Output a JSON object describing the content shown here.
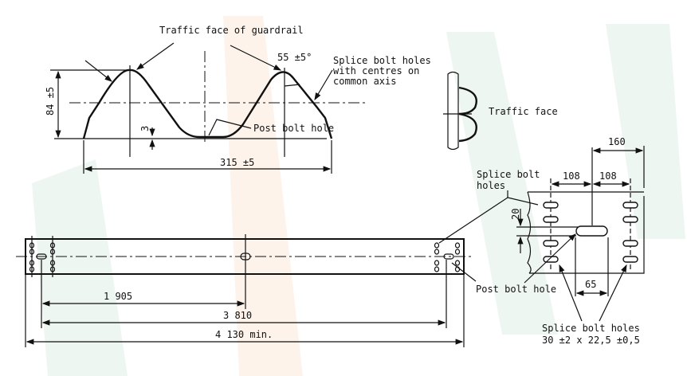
{
  "profile": {
    "traffic_face_label": "Traffic face of guardrail",
    "angle_label": "55 ±5°",
    "splice_label": [
      "Splice bolt holes",
      "with centres on",
      "common axis"
    ],
    "post_bolt_label": "Post bolt hole",
    "height_label": "84 ±5",
    "thickness_label": "3",
    "width_label": "315 ±5"
  },
  "side_view": {
    "traffic_face_label": "Traffic face"
  },
  "rail": {
    "dim_post_spacing": "1 905",
    "dim_splice_spacing": "3 810",
    "dim_length": "4 130 min."
  },
  "detail": {
    "dim_160": "160",
    "dim_108_left": "108",
    "dim_108_right": "108",
    "dim_20": "20",
    "dim_65": "65",
    "splice_top_label": [
      "Splice bolt",
      "holes"
    ],
    "post_bolt_label": "Post bolt hole",
    "splice_bottom_label": [
      "Splice bolt holes",
      "30 ±2 x 22,5 ±0,5"
    ]
  },
  "colors": {
    "line": "#111111",
    "watermark_green": "#eef6f2",
    "watermark_orange": "#fdf3ea"
  }
}
